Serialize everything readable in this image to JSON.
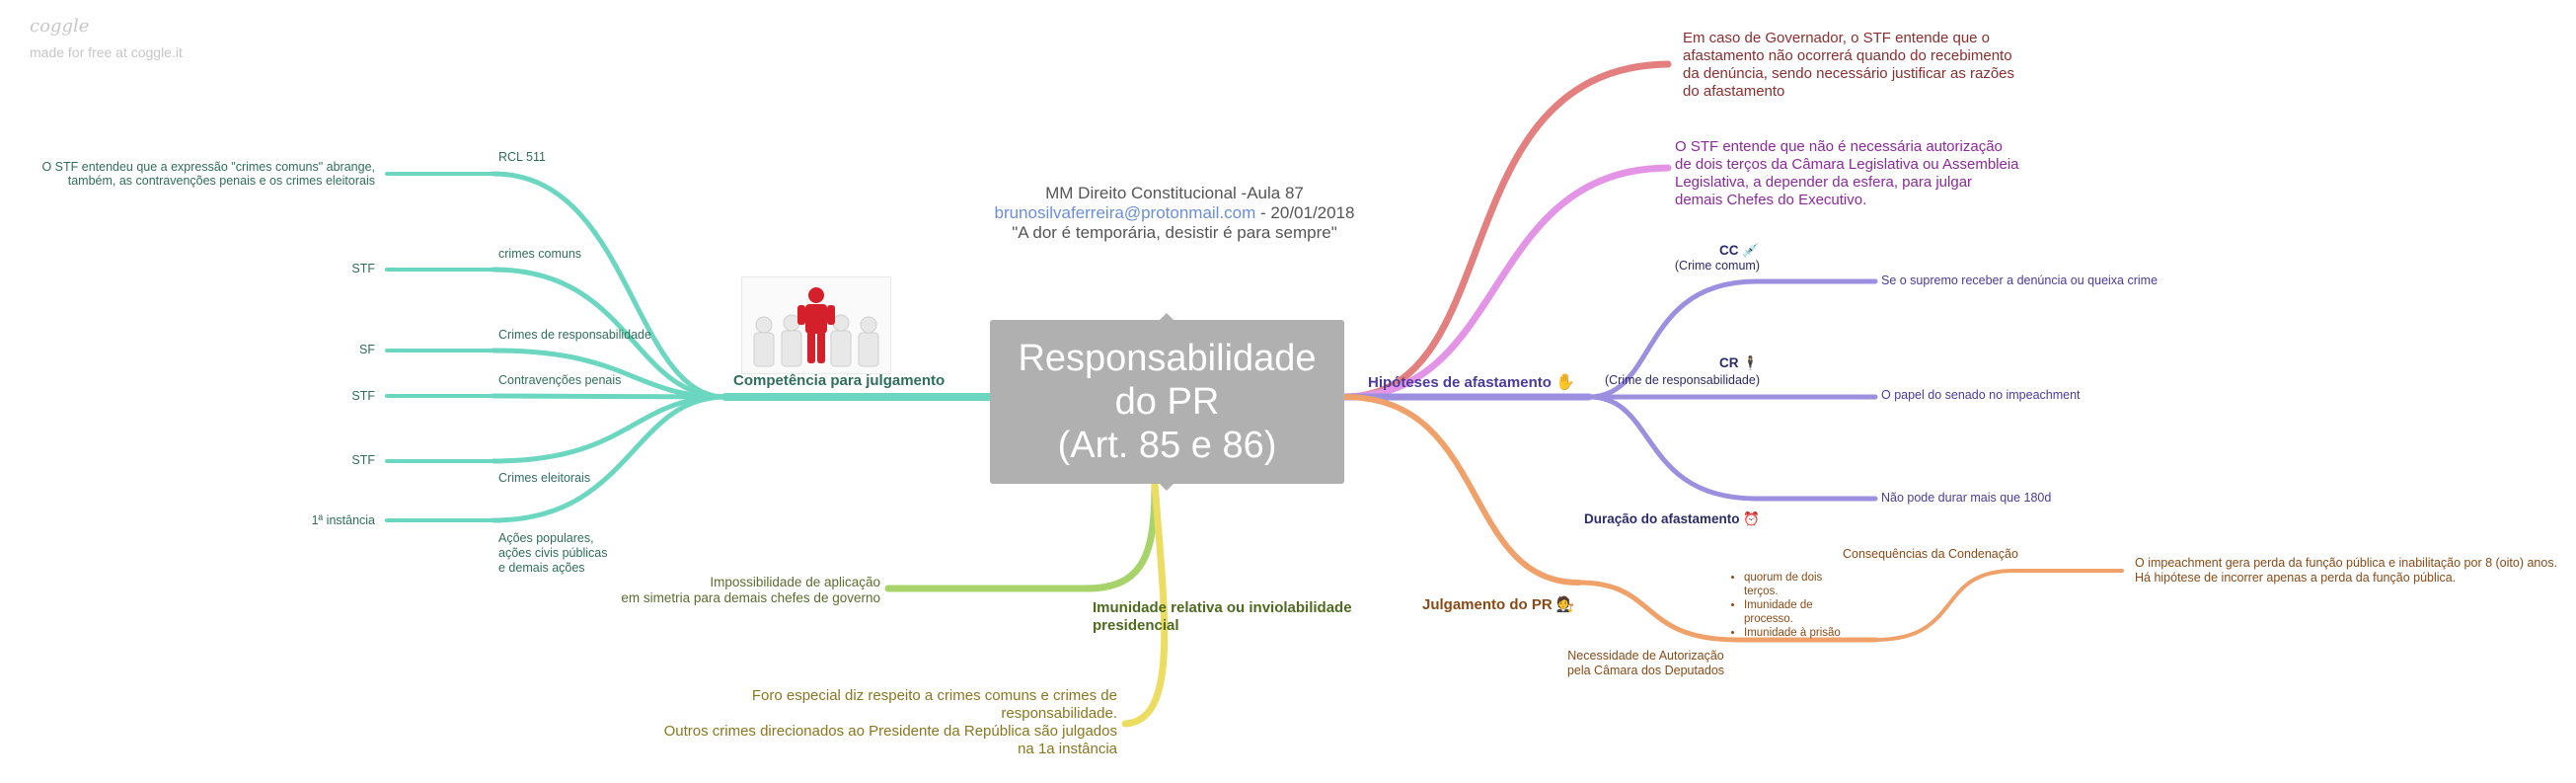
{
  "watermark": {
    "logo": "coggle",
    "subtitle": "made for free at coggle.it"
  },
  "header": {
    "line1": "MM Direito Constitucional -Aula 87",
    "email": "brunosilvaferreira@protonmail.com",
    "date": " - 20/01/2018",
    "quote": "\"A dor é temporária, desistir é para sempre\""
  },
  "central": {
    "title": "Responsabilidade\ndo PR\n(Art. 85 e 86)"
  },
  "colors": {
    "teal": "#6bd7c0",
    "green": "#a6d46a",
    "yellow": "#ecdd62",
    "red": "#e37f7f",
    "pink": "#e394e6",
    "purple": "#9c8fe0",
    "orange": "#f0a16a",
    "center_fill": "#b0b0b0"
  },
  "left": {
    "competencia": {
      "label": "Competência para julgamento",
      "image": "red-figure-among-white-figures",
      "items": [
        {
          "label": "RCL 511",
          "leaf": "O STF entendeu que a expressão \"crimes comuns\" abrange,\ntambém, as contravenções penais e os crimes eleitorais"
        },
        {
          "label": "crimes comuns",
          "leaf": "STF"
        },
        {
          "label": "Crimes de responsabilidade",
          "leaf": "SF"
        },
        {
          "label": "Contravenções penais",
          "leaf": "STF"
        },
        {
          "label": "Crimes eleitorais",
          "leaf": "STF"
        },
        {
          "label": "Ações populares,\nações civis públicas\ne demais ações",
          "leaf": "1ª instância"
        }
      ]
    },
    "imunidade": {
      "label": "Imunidade relativa ou inviolabilidade\npresidencial",
      "impossibilidade": "Impossibilidade de aplicação\nem simetria para demais chefes de governo",
      "foro": "Foro especial diz respeito a crimes comuns e crimes de\nresponsabilidade.\nOutros crimes direcionados ao Presidente da República são julgados\nna 1a instância"
    }
  },
  "right": {
    "governador": "Em caso de Governador, o STF entende que o\nafastamento não ocorrerá quando do recebimento\nda denúncia, sendo necessário justificar as razões\ndo afastamento",
    "autorizacao": "O STF entende que não é necessária autorização\nde dois terços da Câmara Legislativa ou Assembleia\nLegislativa, a depender da esfera, para julgar\ndemais Chefes do Executivo.",
    "hipoteses": {
      "label": "Hipóteses de afastamento",
      "icon": "hand-icon",
      "cc_label": "CC",
      "cc_icon": "syringe-icon",
      "cc_sub": "(Crime comum)",
      "cc_leaf": "Se o supremo receber a denúncia ou queixa crime",
      "cr_label": "CR",
      "cr_icon": "person-icon",
      "cr_sub": "(Crime de responsabilidade)",
      "cr_leaf": "O papel do senado no impeachment",
      "duracao_leaf": "Não pode durar mais que 180d"
    },
    "duracao": {
      "label": "Duração do afastamento",
      "icon": "alarm-clock-icon"
    },
    "julgamento": {
      "label": "Julgamento do PR",
      "icon": "judge-icon",
      "necessidade": "Necessidade de Autorização\npela Câmara dos Deputados",
      "bullets": [
        "quorum de dois terços.",
        "Imunidade de\nprocesso.",
        "Imunidade à prisão"
      ],
      "consequencias_label": "Consequências da Condenação",
      "consequencias": "O impeachment gera perda da função pública e inabilitação por 8 (oito) anos.\nHá hipótese de incorrer apenas a perda da função pública."
    }
  }
}
